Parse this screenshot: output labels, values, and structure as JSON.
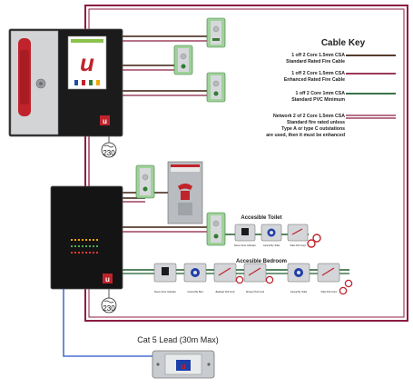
{
  "cable_key": {
    "title": "Cable Key",
    "entries": [
      {
        "lines": [
          "1 off 2 Core 1.5mm CSA",
          "Standard Rated Fire Cable"
        ],
        "color": "#3d1f0e"
      },
      {
        "lines": [
          "1 off 2 Core 1.5mm CSA",
          "Enhanced Rated Fire Cable"
        ],
        "color": "#8c1d40"
      },
      {
        "lines": [
          "1 off 2 Core 1mm CSA",
          "Standard PVC Minimum"
        ],
        "color": "#1f5e2c"
      },
      {
        "lines": [
          "Network 2 of 2 Core 1.5mm CSA",
          "Standard fire rated unless",
          "Type A or type C outstations",
          "are used, then it must be enhanced"
        ],
        "color": "#8c1d40"
      }
    ]
  },
  "zones": {
    "toilet": "Accesible Toilet",
    "bedroom": "Accesible Bedroom"
  },
  "toilet_devices": [
    "Room Door Indicator",
    "Cancel By Toilet",
    "Toilet Pull Cord"
  ],
  "bedroom_devices": [
    "Room Door Indicator",
    "Cancel By Bed",
    "Bedside Pull Cord",
    "Shower Pull Cord",
    "Cancel By Toilet",
    "Toilet Pull Cord"
  ],
  "power_labels": [
    "230",
    "230"
  ],
  "cat5_label": "Cat 5 Lead (30m Max)",
  "colors": {
    "frame": "#8c1d40",
    "fire_cable": "#3d1f0e",
    "pvc_cable": "#1f5e2c",
    "cat5": "#4a6fd0"
  }
}
